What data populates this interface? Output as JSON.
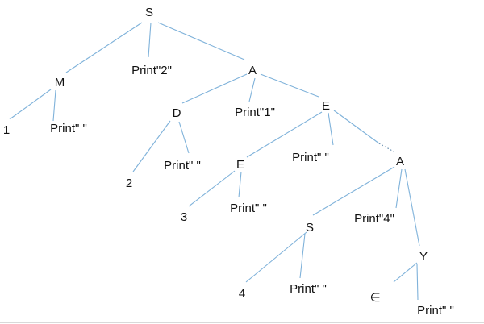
{
  "tree": {
    "nodes": [
      {
        "id": "S_root",
        "label": "S"
      },
      {
        "id": "M",
        "label": "M"
      },
      {
        "id": "print2",
        "label": "Print\"2\""
      },
      {
        "id": "A1",
        "label": "A"
      },
      {
        "id": "one",
        "label": "1"
      },
      {
        "id": "printM",
        "label": "Print\" \""
      },
      {
        "id": "D",
        "label": "D"
      },
      {
        "id": "print1",
        "label": "Print\"1\""
      },
      {
        "id": "E1",
        "label": "E"
      },
      {
        "id": "two",
        "label": "2"
      },
      {
        "id": "printD",
        "label": "Print\" \""
      },
      {
        "id": "E2",
        "label": "E"
      },
      {
        "id": "printE1",
        "label": "Print\" \""
      },
      {
        "id": "A2",
        "label": "A"
      },
      {
        "id": "three",
        "label": "3"
      },
      {
        "id": "printE2",
        "label": "Print\" \""
      },
      {
        "id": "S2",
        "label": "S"
      },
      {
        "id": "print4",
        "label": "Print\"4\""
      },
      {
        "id": "Y",
        "label": "Y"
      },
      {
        "id": "four",
        "label": "4"
      },
      {
        "id": "printS2",
        "label": "Print\" \""
      },
      {
        "id": "epsilon",
        "label": "∈"
      },
      {
        "id": "printY",
        "label": "Print\" \""
      }
    ],
    "edges": [
      [
        "S_root",
        "M"
      ],
      [
        "S_root",
        "print2"
      ],
      [
        "S_root",
        "A1"
      ],
      [
        "M",
        "one"
      ],
      [
        "M",
        "printM"
      ],
      [
        "A1",
        "D"
      ],
      [
        "A1",
        "print1"
      ],
      [
        "A1",
        "E1"
      ],
      [
        "D",
        "two"
      ],
      [
        "D",
        "printD"
      ],
      [
        "E1",
        "E2"
      ],
      [
        "E1",
        "printE1"
      ],
      [
        "E1",
        "A2"
      ],
      [
        "E2",
        "three"
      ],
      [
        "E2",
        "printE2"
      ],
      [
        "A2",
        "S2"
      ],
      [
        "A2",
        "print4"
      ],
      [
        "A2",
        "Y"
      ],
      [
        "S2",
        "four"
      ],
      [
        "S2",
        "printS2"
      ],
      [
        "Y",
        "epsilon"
      ],
      [
        "Y",
        "printY"
      ]
    ]
  }
}
